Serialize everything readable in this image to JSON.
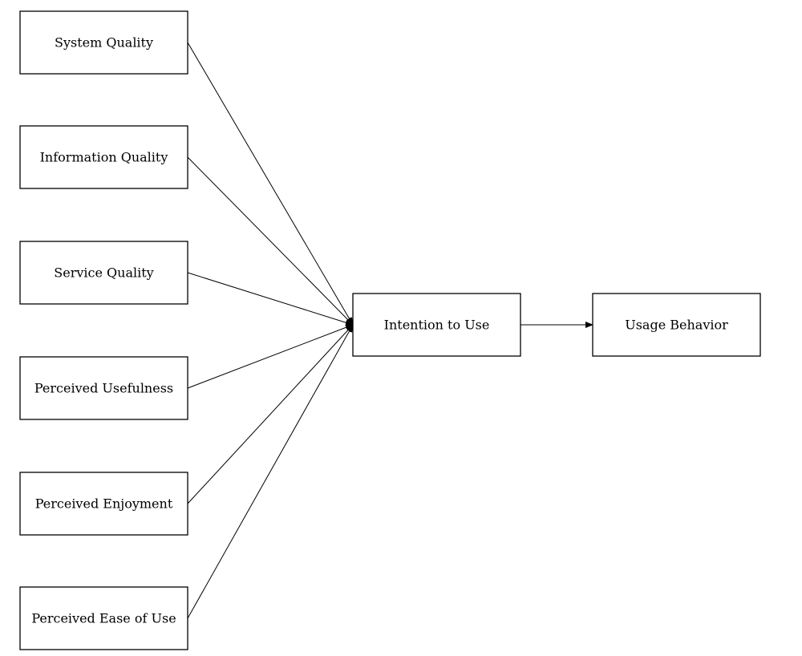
{
  "diagram": {
    "nodes": [
      {
        "id": "system-quality",
        "label": "System Quality"
      },
      {
        "id": "information-quality",
        "label": "Information Quality"
      },
      {
        "id": "service-quality",
        "label": "Service Quality"
      },
      {
        "id": "perceived-usefulness",
        "label": "Perceived Usefulness"
      },
      {
        "id": "perceived-enjoyment",
        "label": "Perceived Enjoyment"
      },
      {
        "id": "perceived-ease-of-use",
        "label": "Perceived Ease of Use"
      },
      {
        "id": "intention-to-use",
        "label": "Intention to Use"
      },
      {
        "id": "usage-behavior",
        "label": "Usage Behavior"
      }
    ],
    "edges": [
      {
        "from": "system-quality",
        "to": "intention-to-use"
      },
      {
        "from": "information-quality",
        "to": "intention-to-use"
      },
      {
        "from": "service-quality",
        "to": "intention-to-use"
      },
      {
        "from": "perceived-usefulness",
        "to": "intention-to-use"
      },
      {
        "from": "perceived-enjoyment",
        "to": "intention-to-use"
      },
      {
        "from": "perceived-ease-of-use",
        "to": "intention-to-use"
      },
      {
        "from": "intention-to-use",
        "to": "usage-behavior"
      }
    ],
    "colors": {
      "stroke": "#000000",
      "fill": "#ffffff",
      "text": "#000000"
    }
  }
}
